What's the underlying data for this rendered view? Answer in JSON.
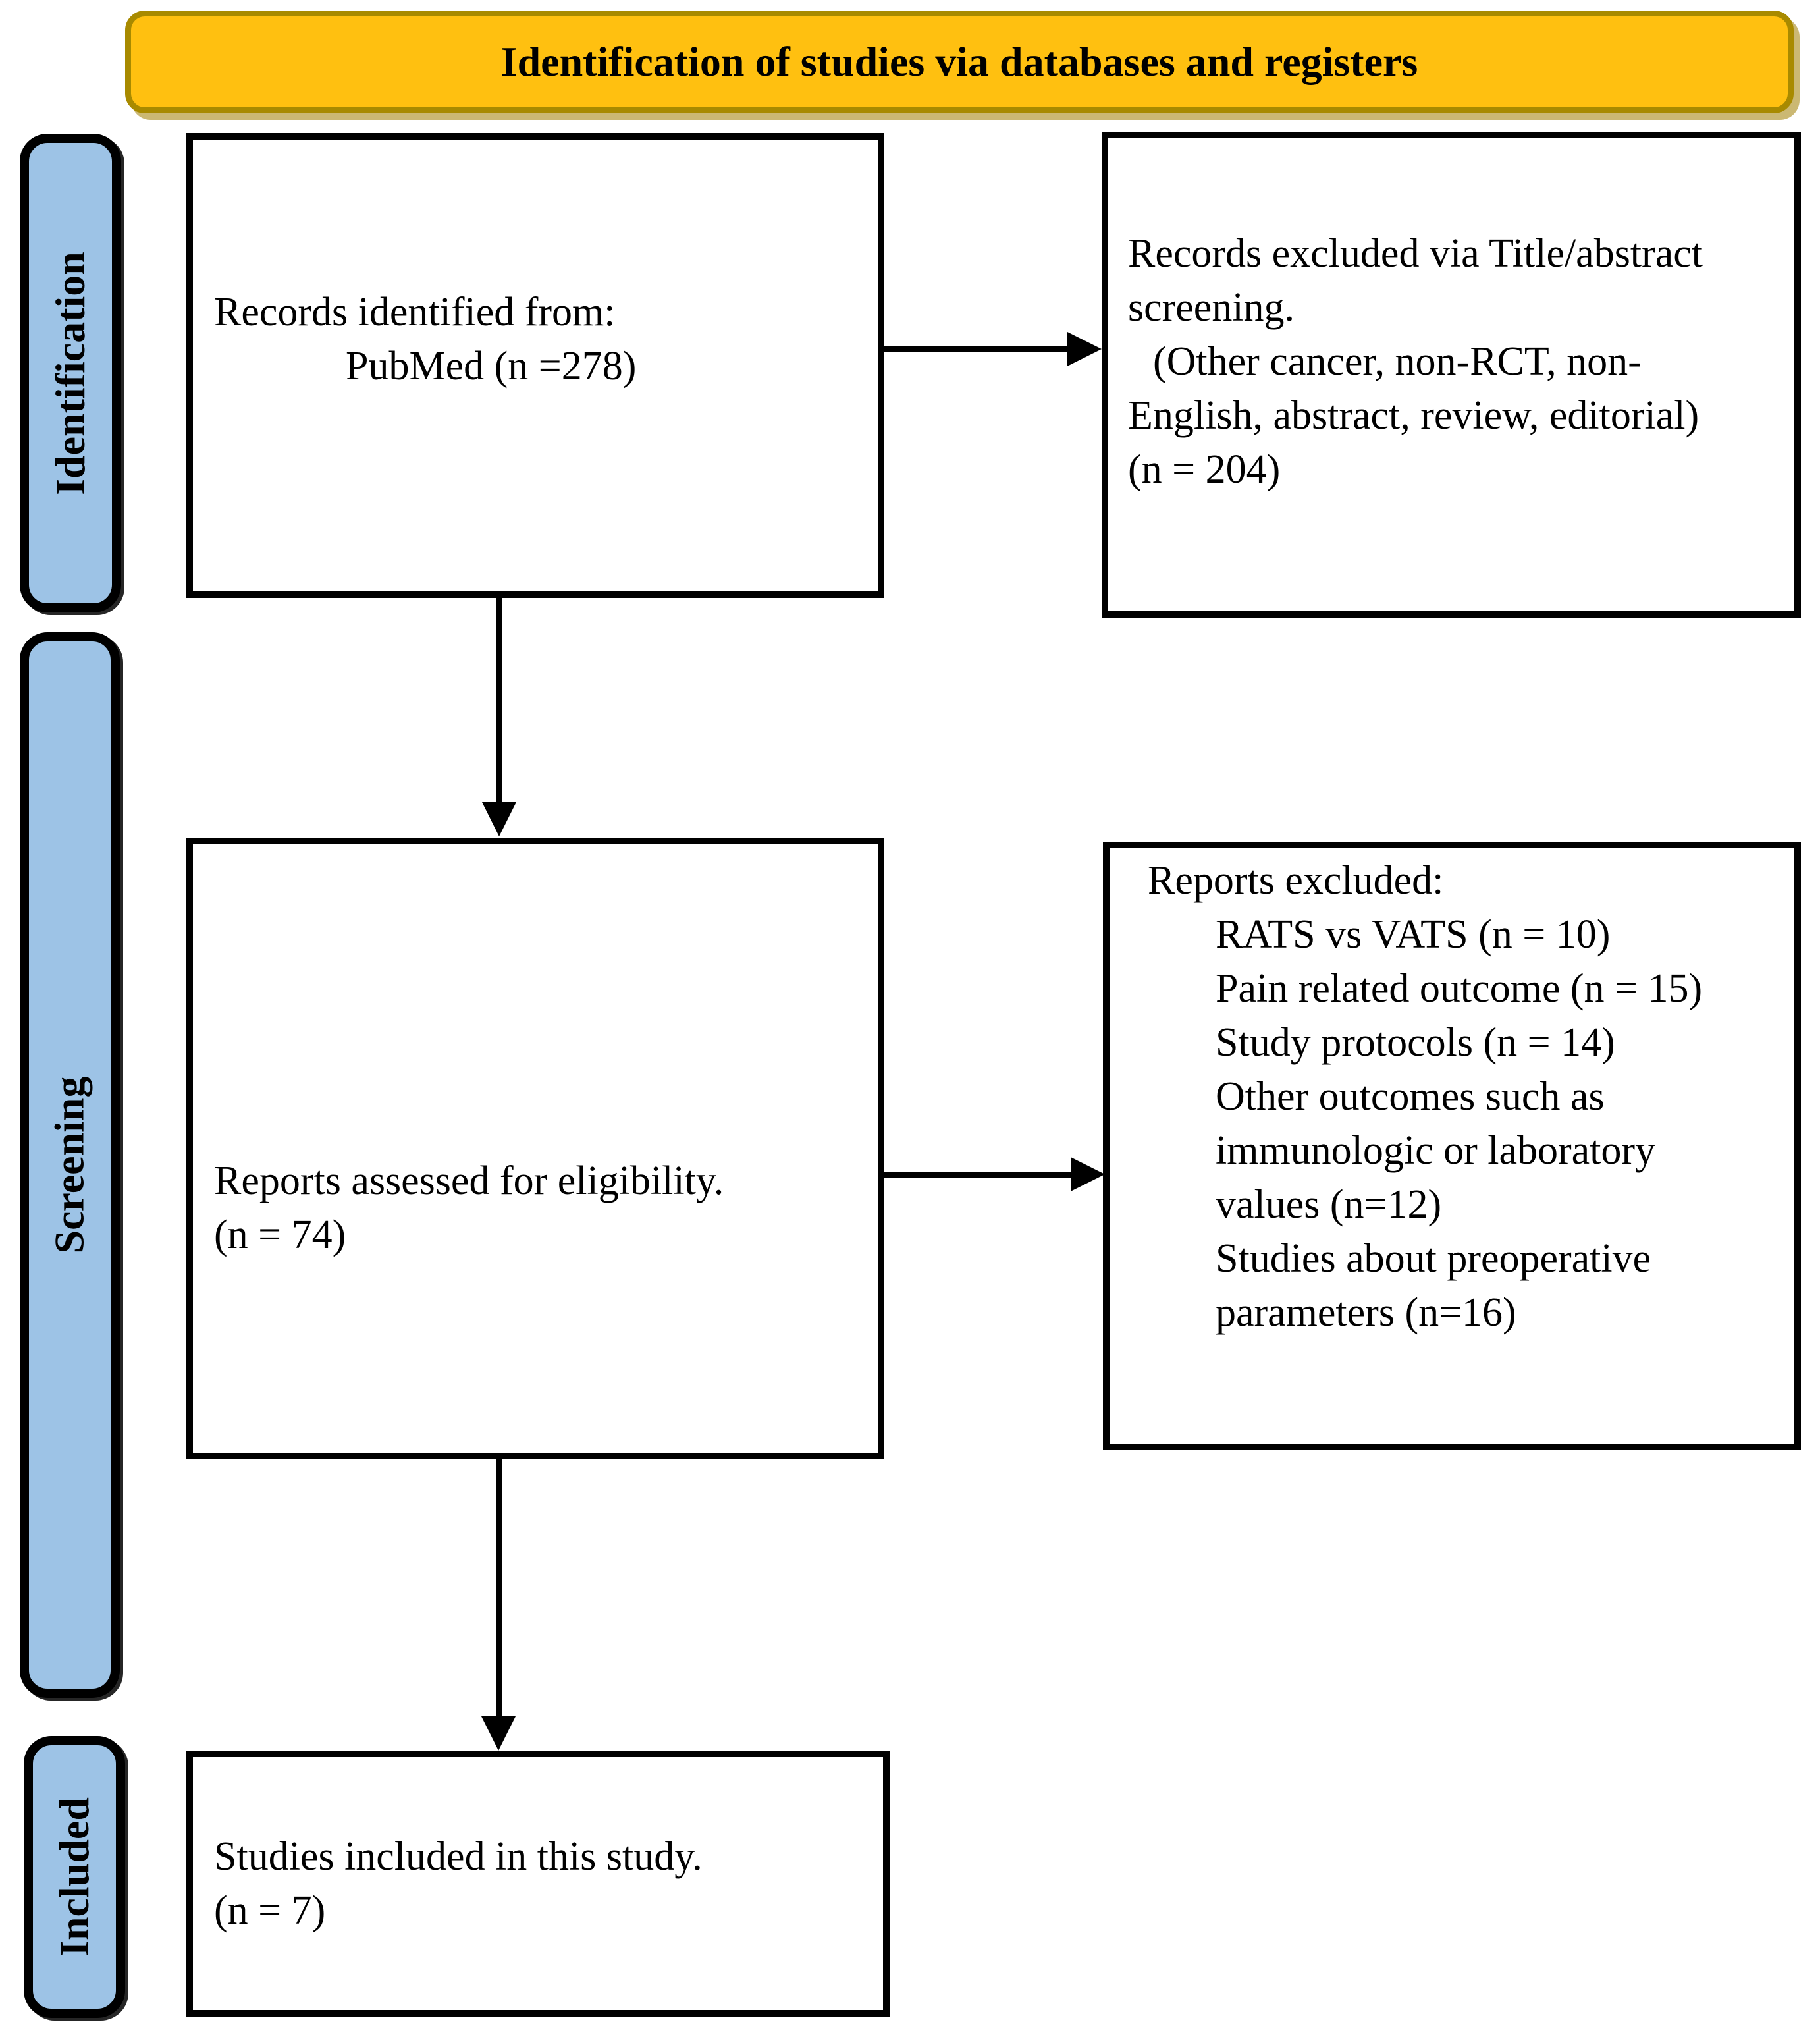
{
  "banner": {
    "title": "Identification of studies via databases and registers"
  },
  "stages": {
    "identification": "Identification",
    "screening": "Screening",
    "included": "Included"
  },
  "boxes": {
    "records_identified": {
      "lines": [
        "Records identified from:",
        "PubMed (n =278)"
      ]
    },
    "records_excluded": {
      "lines": [
        "Records excluded via Title/abstract",
        "screening.",
        "(Other cancer, non-RCT, non-",
        "English, abstract, review, editorial)",
        "(n = 204)"
      ]
    },
    "reports_assessed": {
      "lines": [
        "Reports assessed for eligibility.",
        "(n = 74)"
      ]
    },
    "reports_excluded": {
      "heading": "Reports excluded:",
      "items": [
        "RATS vs VATS (n = 10)",
        "Pain related outcome (n = 15)",
        "Study protocols (n = 14)",
        "Other outcomes such as",
        "immunologic or laboratory",
        "values (n=12)",
        "Studies about preoperative",
        "parameters (n=16)"
      ]
    },
    "studies_included": {
      "lines": [
        "Studies included in this study.",
        "(n = 7)"
      ]
    }
  },
  "colors": {
    "banner_fill": "#FFC010",
    "banner_border": "#A88A00",
    "stage_fill": "#9DC3E6",
    "ink": "#000000",
    "paper": "#FFFFFF"
  }
}
